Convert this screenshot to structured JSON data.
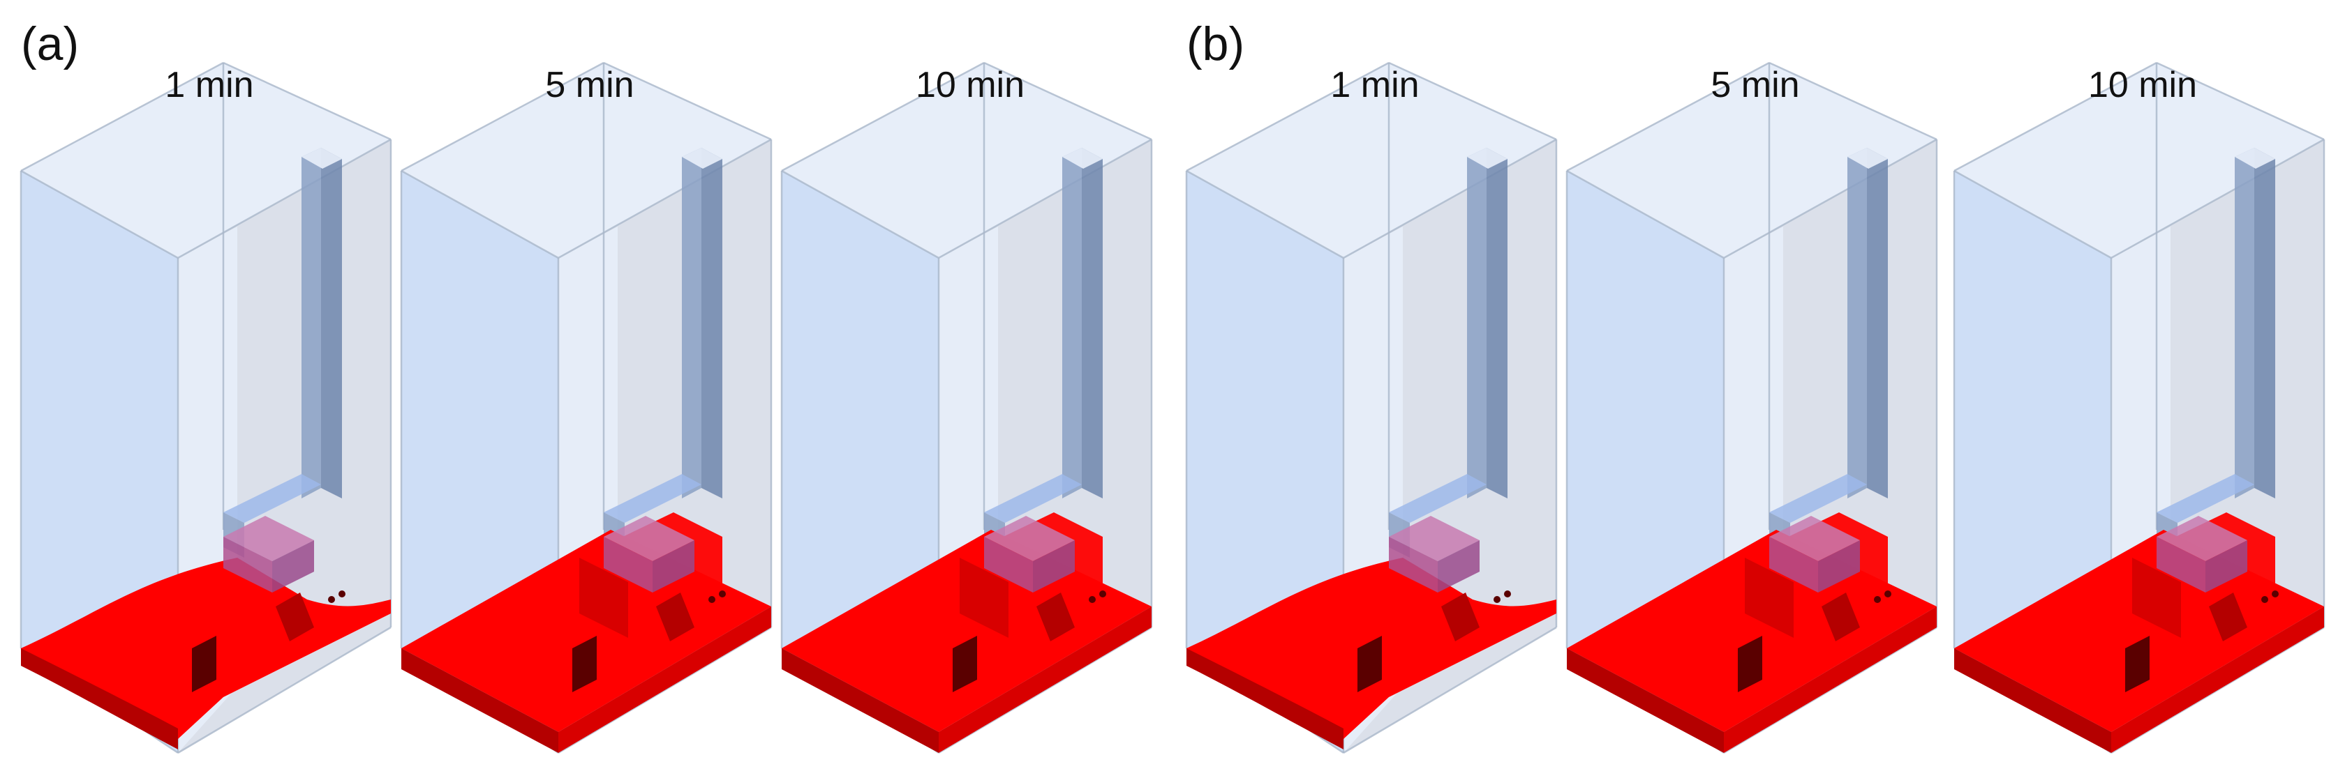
{
  "groups": [
    {
      "label": "(a)",
      "frames": [
        {
          "time": "1 min",
          "flood_state": "spreading"
        },
        {
          "time": "5 min",
          "flood_state": "filled"
        },
        {
          "time": "10 min",
          "flood_state": "filled"
        }
      ]
    },
    {
      "label": "(b)",
      "frames": [
        {
          "time": "1 min",
          "flood_state": "spreading"
        },
        {
          "time": "5 min",
          "flood_state": "filled"
        },
        {
          "time": "10 min",
          "flood_state": "filled"
        }
      ]
    }
  ],
  "colors": {
    "box_left": "#c6d8f4",
    "box_right": "#d7dde8",
    "box_top": "#e4ecf8",
    "box_inner": "#e9f0fb",
    "edge": "#a9b6c9",
    "shaft": "#8aa0c4",
    "shaft_dark": "#6f86ad",
    "structure": "#9db8ea",
    "flood": "#ff0000",
    "flood_dark": "#b40000",
    "flood_mid": "#d80000"
  }
}
